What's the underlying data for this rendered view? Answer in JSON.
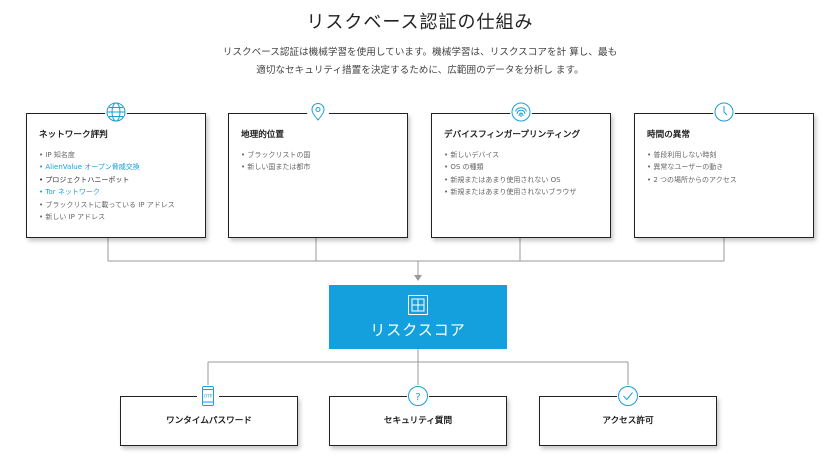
{
  "header": {
    "title": "リスクベース認証の仕組み",
    "subtitle_line1": "リスクベース認証は機械学習を使用しています。機械学習は、リスクスコアを計 算し、最も",
    "subtitle_line2": "適切なセキュリティ措置を決定するために、広範囲のデータを分析し ます。"
  },
  "cards": [
    {
      "icon": "globe-icon",
      "title": "ネットワーク評判",
      "items": [
        "IP 知名度",
        "AlienValue オープン脅威交換",
        "プロジェクトハニーポット",
        "Tor ネットワーク",
        "ブラックリストに載っている IP アドレス",
        "新しい IP アドレス"
      ]
    },
    {
      "icon": "location-pin-icon",
      "title": "地理的位置",
      "items": [
        "ブラックリストの国",
        "新しい国または都市"
      ]
    },
    {
      "icon": "fingerprint-icon",
      "title": "デバイスフィンガープリンティング",
      "items": [
        "新しいデバイス",
        "OS の種類",
        "新規またはあまり使用されない OS",
        "新規またはあまり使用されないブラウザ"
      ]
    },
    {
      "icon": "clock-icon",
      "title": "時間の異常",
      "items": [
        "普段利用しない時刻",
        "異常なユーザーの動き",
        "2 つの場所からのアクセス"
      ]
    }
  ],
  "score": {
    "label": "リスクスコア",
    "icon": "risk-score-icon"
  },
  "outcomes": [
    {
      "label": "ワンタイムパスワード",
      "icon": "otp-phone-icon",
      "icon_text": "OTP"
    },
    {
      "label": "セキュリティ質問",
      "icon": "question-icon",
      "icon_text": "?"
    },
    {
      "label": "アクセス許可",
      "icon": "checkmark-icon"
    }
  ],
  "colors": {
    "accent": "#14a0dc",
    "line": "#9a9a9a",
    "text": "#222222"
  }
}
